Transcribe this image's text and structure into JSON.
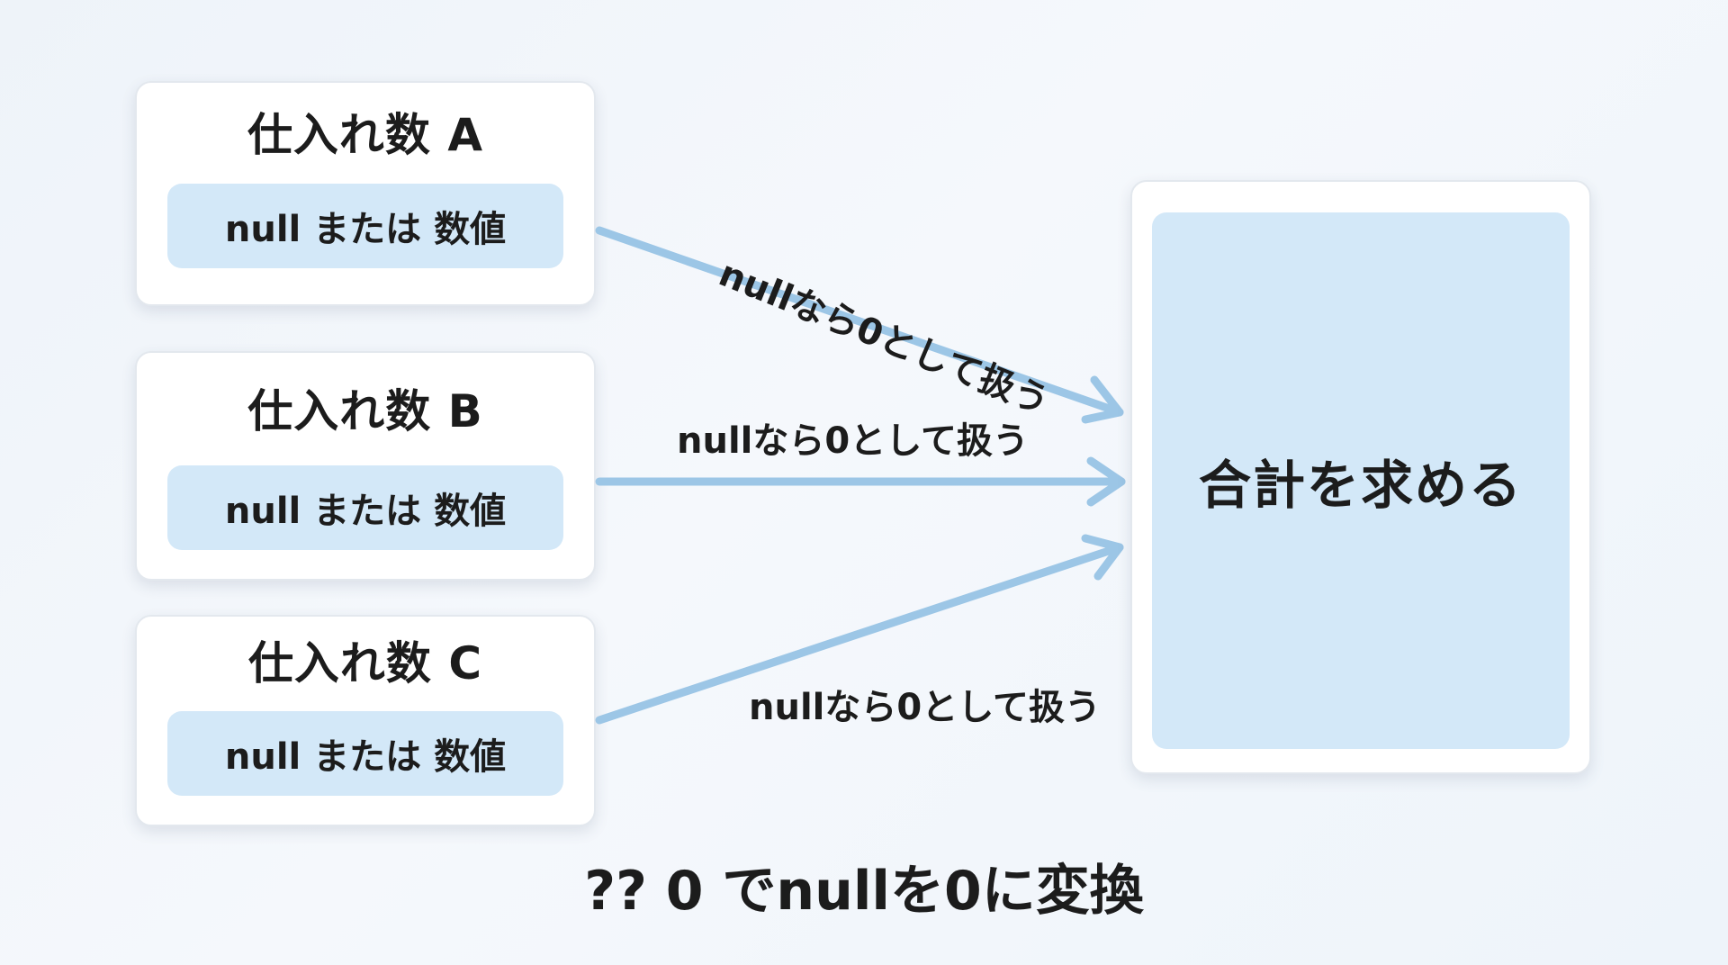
{
  "inputs": [
    {
      "title": "仕入れ数 A",
      "value": "null または 数値"
    },
    {
      "title": "仕入れ数 B",
      "value": "null または 数値"
    },
    {
      "title": "仕入れ数 C",
      "value": "null または 数値"
    }
  ],
  "edges": [
    {
      "label": "nullなら0として扱う"
    },
    {
      "label": "nullなら0として扱う"
    },
    {
      "label": "nullなら0として扱う"
    }
  ],
  "output": {
    "label": "合計を求める"
  },
  "footer": {
    "text": "?? 0 でnullを0に変換"
  },
  "colors": {
    "arrow": "#9cc6e6",
    "pill": "#d3e8f8",
    "card_border": "#e3e8ee"
  }
}
